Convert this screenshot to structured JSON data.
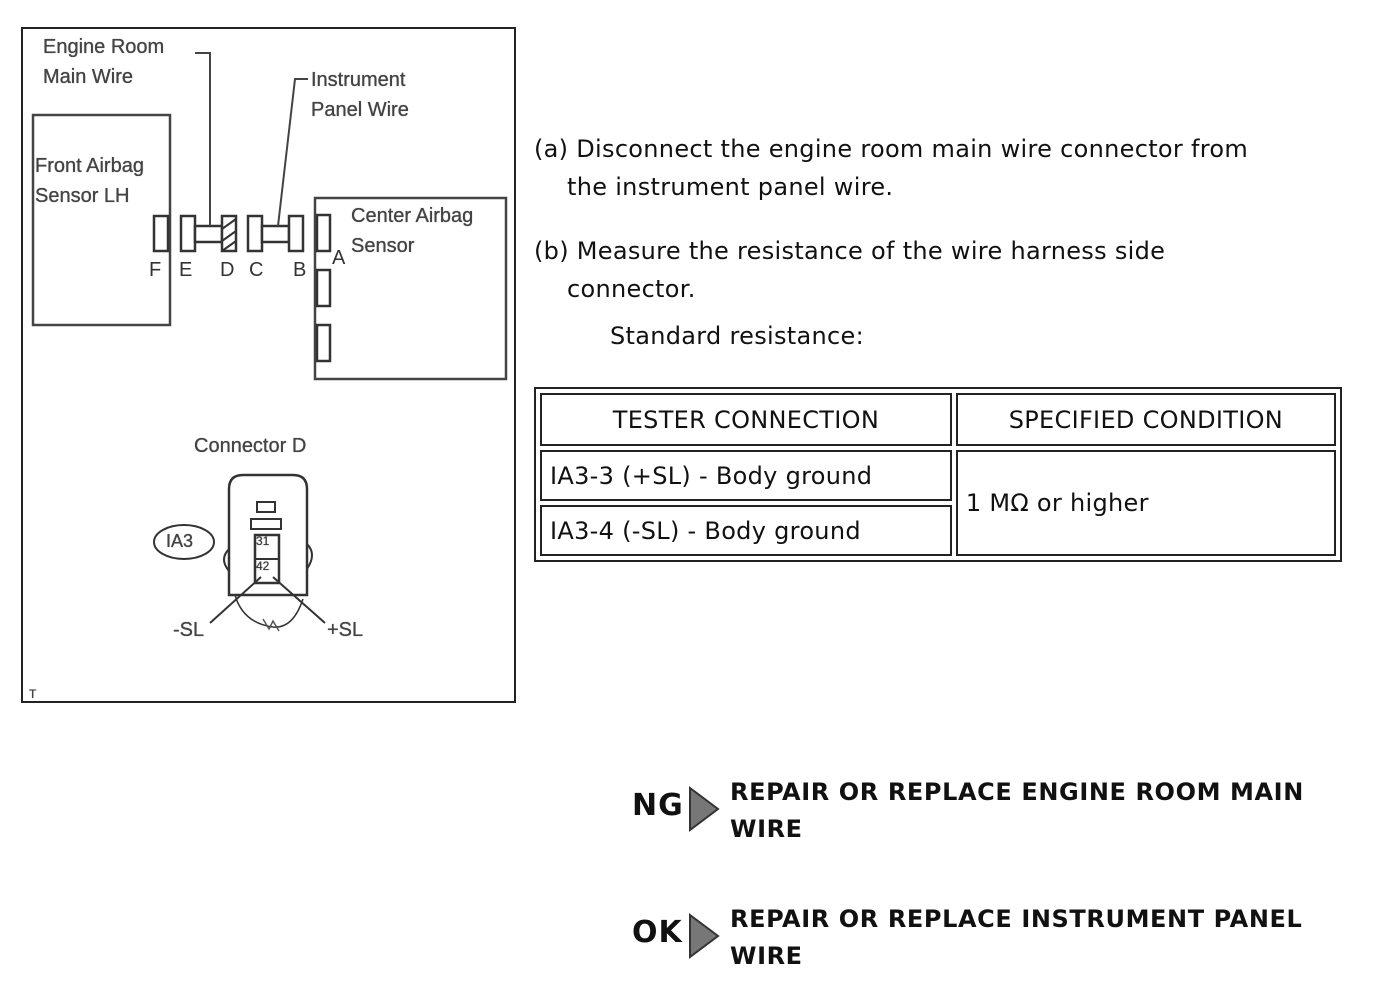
{
  "diagram": {
    "labels": {
      "engine_room_main_wire": [
        "Engine Room",
        "Main Wire"
      ],
      "instrument_panel_wire": [
        "Instrument",
        "Panel Wire"
      ],
      "front_airbag_sensor_lh": [
        "Front Airbag",
        "Sensor LH"
      ],
      "center_airbag_sensor": [
        "Center Airbag",
        "Sensor"
      ],
      "connector_d": "Connector D",
      "ia3": "IA3",
      "minus_sl": "-SL",
      "plus_sl": "+SL",
      "pin_top": "31",
      "pin_bottom": "42",
      "corner_mark": "T"
    },
    "connector_letters": [
      "F",
      "E",
      "D",
      "C",
      "B",
      "A"
    ]
  },
  "steps": {
    "a": {
      "line1": "(a) Disconnect the engine room main wire connector from",
      "line2": "the instrument panel wire."
    },
    "b": {
      "line1": "(b) Measure the resistance of the wire harness side",
      "line2": "connector."
    },
    "standard_label": "Standard resistance:"
  },
  "spec_table": {
    "headers": [
      "TESTER CONNECTION",
      "SPECIFIED CONDITION"
    ],
    "rows": [
      {
        "connection": "IA3-3 (+SL) - Body ground"
      },
      {
        "connection": "IA3-4 (-SL) - Body ground"
      }
    ],
    "condition": "1 MΩ or higher"
  },
  "results": [
    {
      "code": "NG",
      "line1": "REPAIR OR REPLACE ENGINE ROOM MAIN",
      "line2": "WIRE"
    },
    {
      "code": "OK",
      "line1": "REPAIR OR REPLACE INSTRUMENT PANEL",
      "line2": "WIRE"
    }
  ],
  "colors": {
    "text": "#111111",
    "border": "#222222",
    "arrow": "#555555"
  }
}
